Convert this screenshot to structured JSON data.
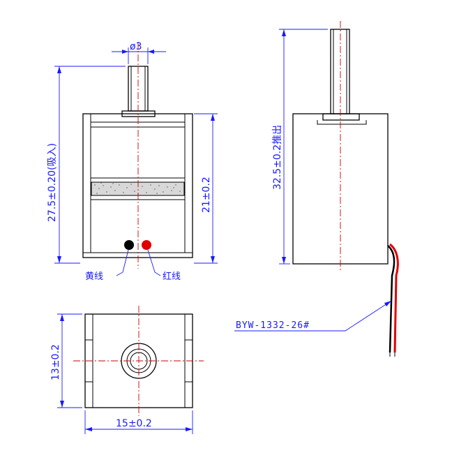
{
  "dimensions": {
    "shaft_diameter": "ø3",
    "total_length_pull": "27.5±0.20(吸入)",
    "body_height": "21±0.2",
    "total_length_push": "32.5±0.2推出",
    "bottom_height": "13±0.2",
    "bottom_width": "15±0.2"
  },
  "wire_labels": {
    "yellow": "黄线",
    "red": "红线"
  },
  "part_number": "BYW-1332-26#",
  "colors": {
    "dimension": "#1a1aff",
    "centerline": "#cc0000",
    "wire_red": "#e00000",
    "wire_black": "#000000"
  }
}
